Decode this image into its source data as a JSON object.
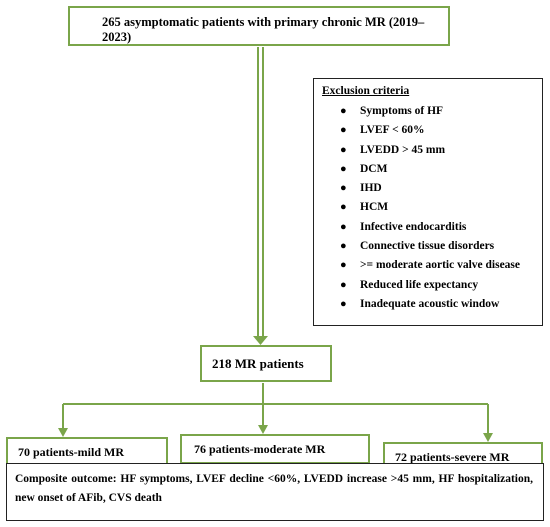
{
  "top": {
    "text": "265 asymptomatic patients with primary chronic MR (2019–2023)"
  },
  "exclusion": {
    "title": "Exclusion criteria",
    "items": [
      "Symptoms of HF",
      "LVEF < 60%",
      "LVEDD > 45 mm",
      "DCM",
      "IHD",
      "HCM",
      "Infective endocarditis",
      "Connective tissue disorders",
      ">= moderate aortic valve disease",
      "Reduced life expectancy",
      "Inadequate acoustic window"
    ]
  },
  "middle": {
    "text": "218 MR patients"
  },
  "groups": {
    "mild": "70 patients-mild MR",
    "moderate": "76 patients-moderate MR",
    "severe": "72 patients-severe MR"
  },
  "outcome": {
    "text": "Composite outcome: HF symptoms, LVEF decline <60%, LVEDD increase >45 mm, HF hospitalization, new onset of AFib, CVS death"
  },
  "colors": {
    "accent": "#7aa54a",
    "border_dark": "#222222"
  }
}
